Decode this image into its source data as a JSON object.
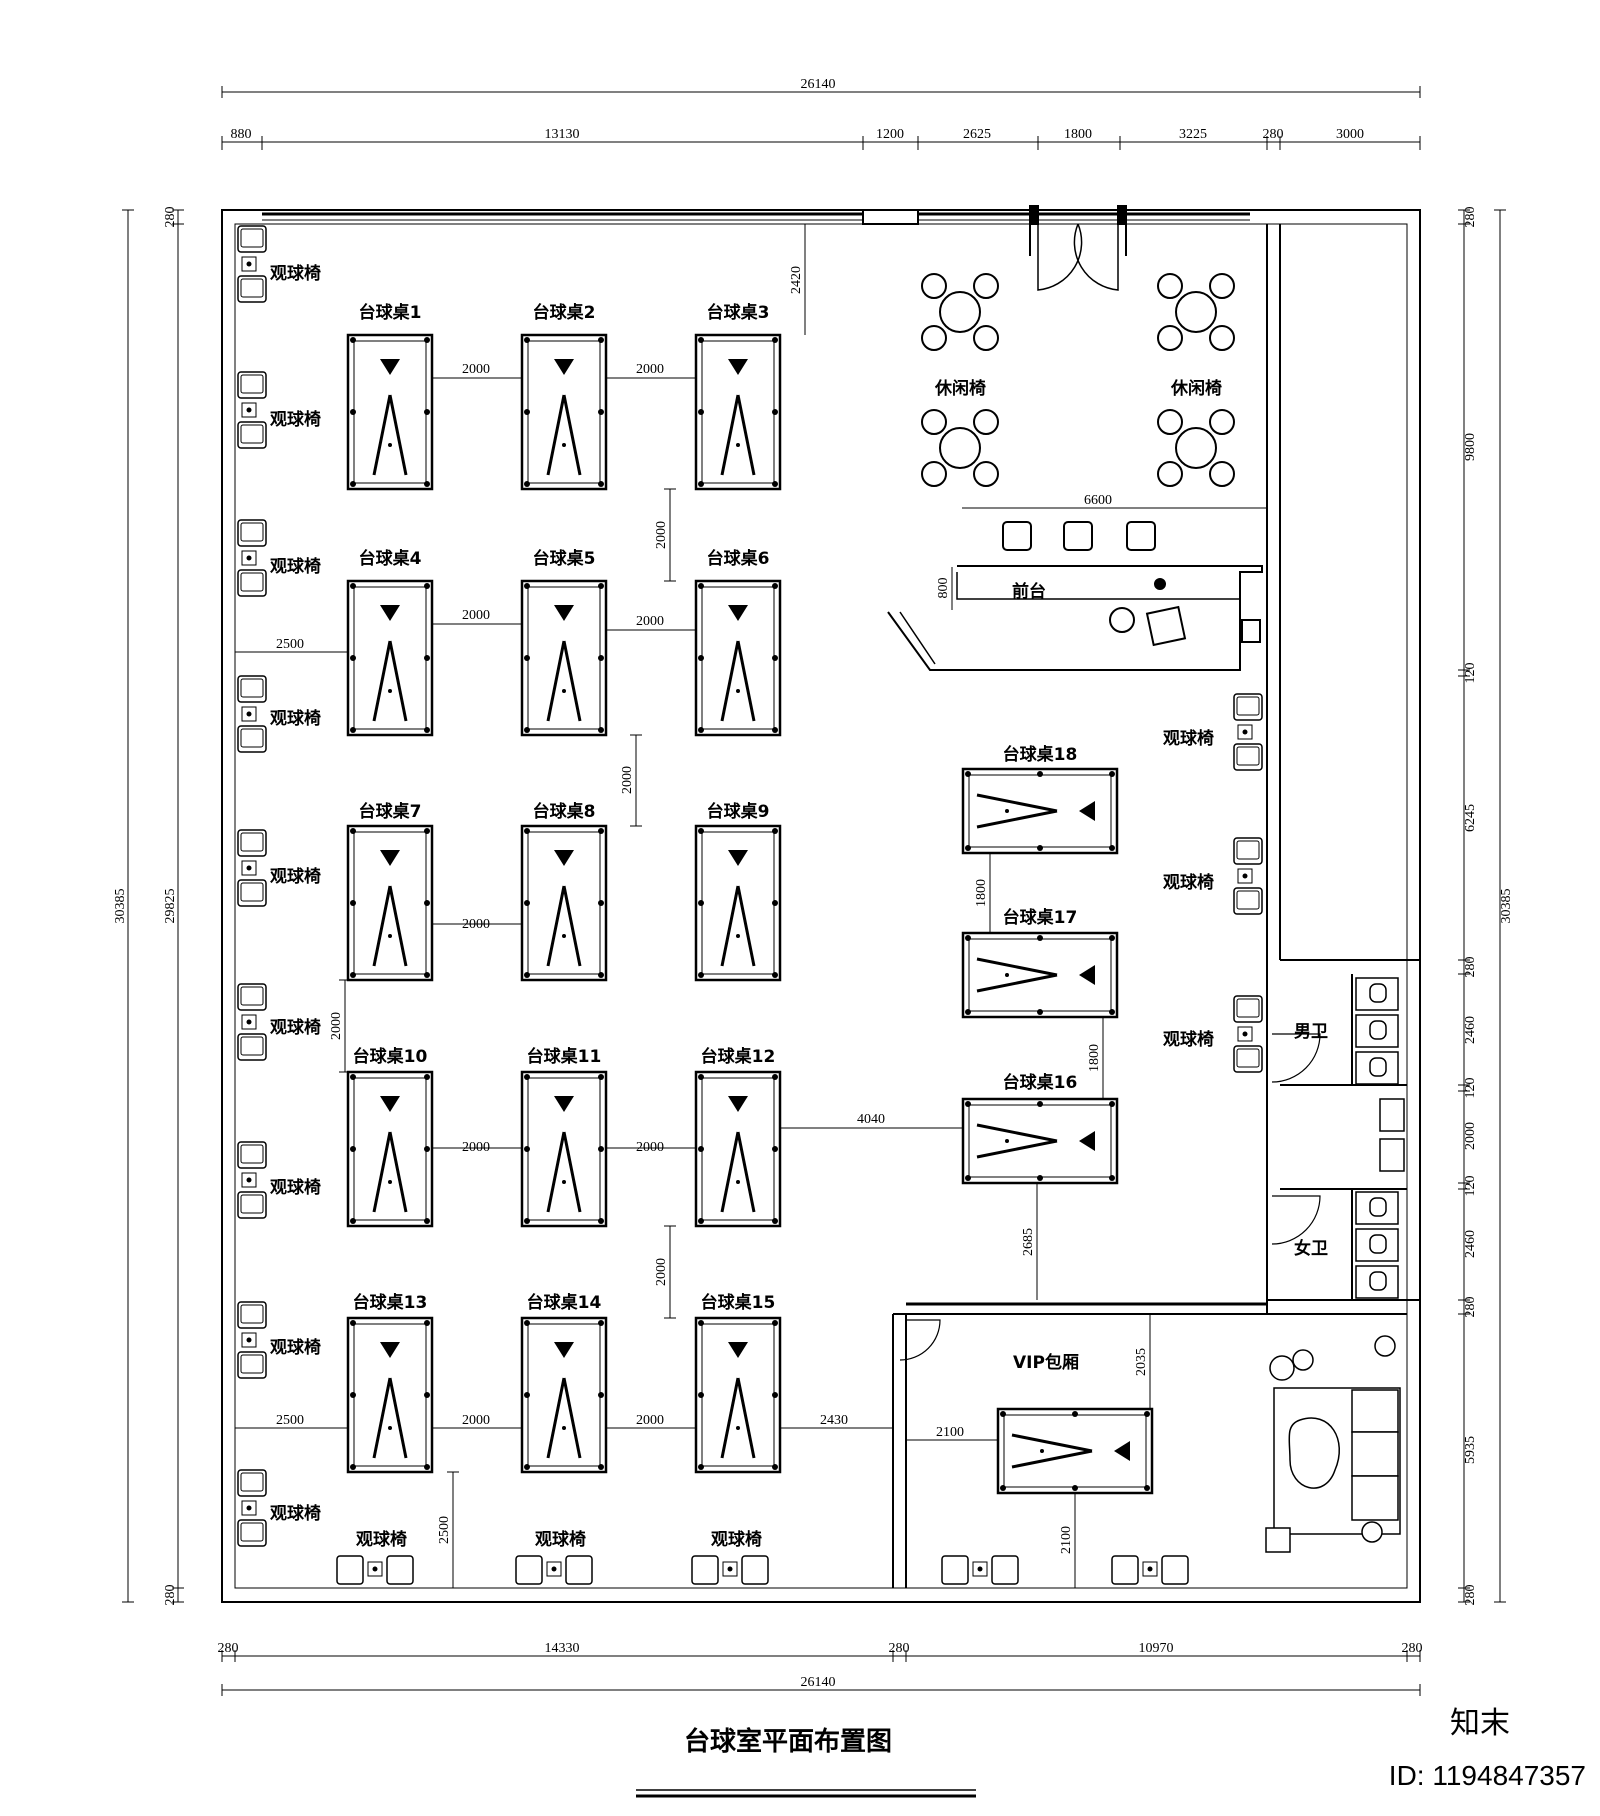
{
  "title": "台球室平面布置图",
  "watermark": {
    "logo": "知末",
    "id": "ID: 1194847357"
  },
  "labels": {
    "spectator_chair": "观球椅",
    "leisure_chair": "休闲椅",
    "front_desk": "前台",
    "mens_wc": "男卫",
    "womens_wc": "女卫",
    "vip_room": "VIP包厢"
  },
  "tables": [
    "台球桌1",
    "台球桌2",
    "台球桌3",
    "台球桌4",
    "台球桌5",
    "台球桌6",
    "台球桌7",
    "台球桌8",
    "台球桌9",
    "台球桌10",
    "台球桌11",
    "台球桌12",
    "台球桌13",
    "台球桌14",
    "台球桌15",
    "台球桌16",
    "台球桌17",
    "台球桌18"
  ],
  "dimensions": {
    "top_total": "26140",
    "top_segments": [
      "880",
      "13130",
      "1200",
      "2625",
      "1800",
      "3225",
      "280",
      "3000"
    ],
    "bottom_segments": [
      "280",
      "14330",
      "280",
      "10970",
      "280"
    ],
    "bottom_total": "26140",
    "left_outer": "30385",
    "left_inner": "29825",
    "left_top": "280",
    "left_bottom": "280",
    "right_outer": "30385",
    "right_segments": [
      "280",
      "9800",
      "120",
      "6245",
      "280",
      "2460",
      "120",
      "2000",
      "120",
      "2460",
      "280",
      "5935",
      "280"
    ],
    "interior": {
      "gap_2000": "2000",
      "d2420": "2420",
      "d2500": "2500",
      "d6600": "6600",
      "d800": "800",
      "d1800": "1800",
      "d4040": "4040",
      "d2685": "2685",
      "d2430": "2430",
      "d2100": "2100",
      "d2035": "2035"
    }
  }
}
